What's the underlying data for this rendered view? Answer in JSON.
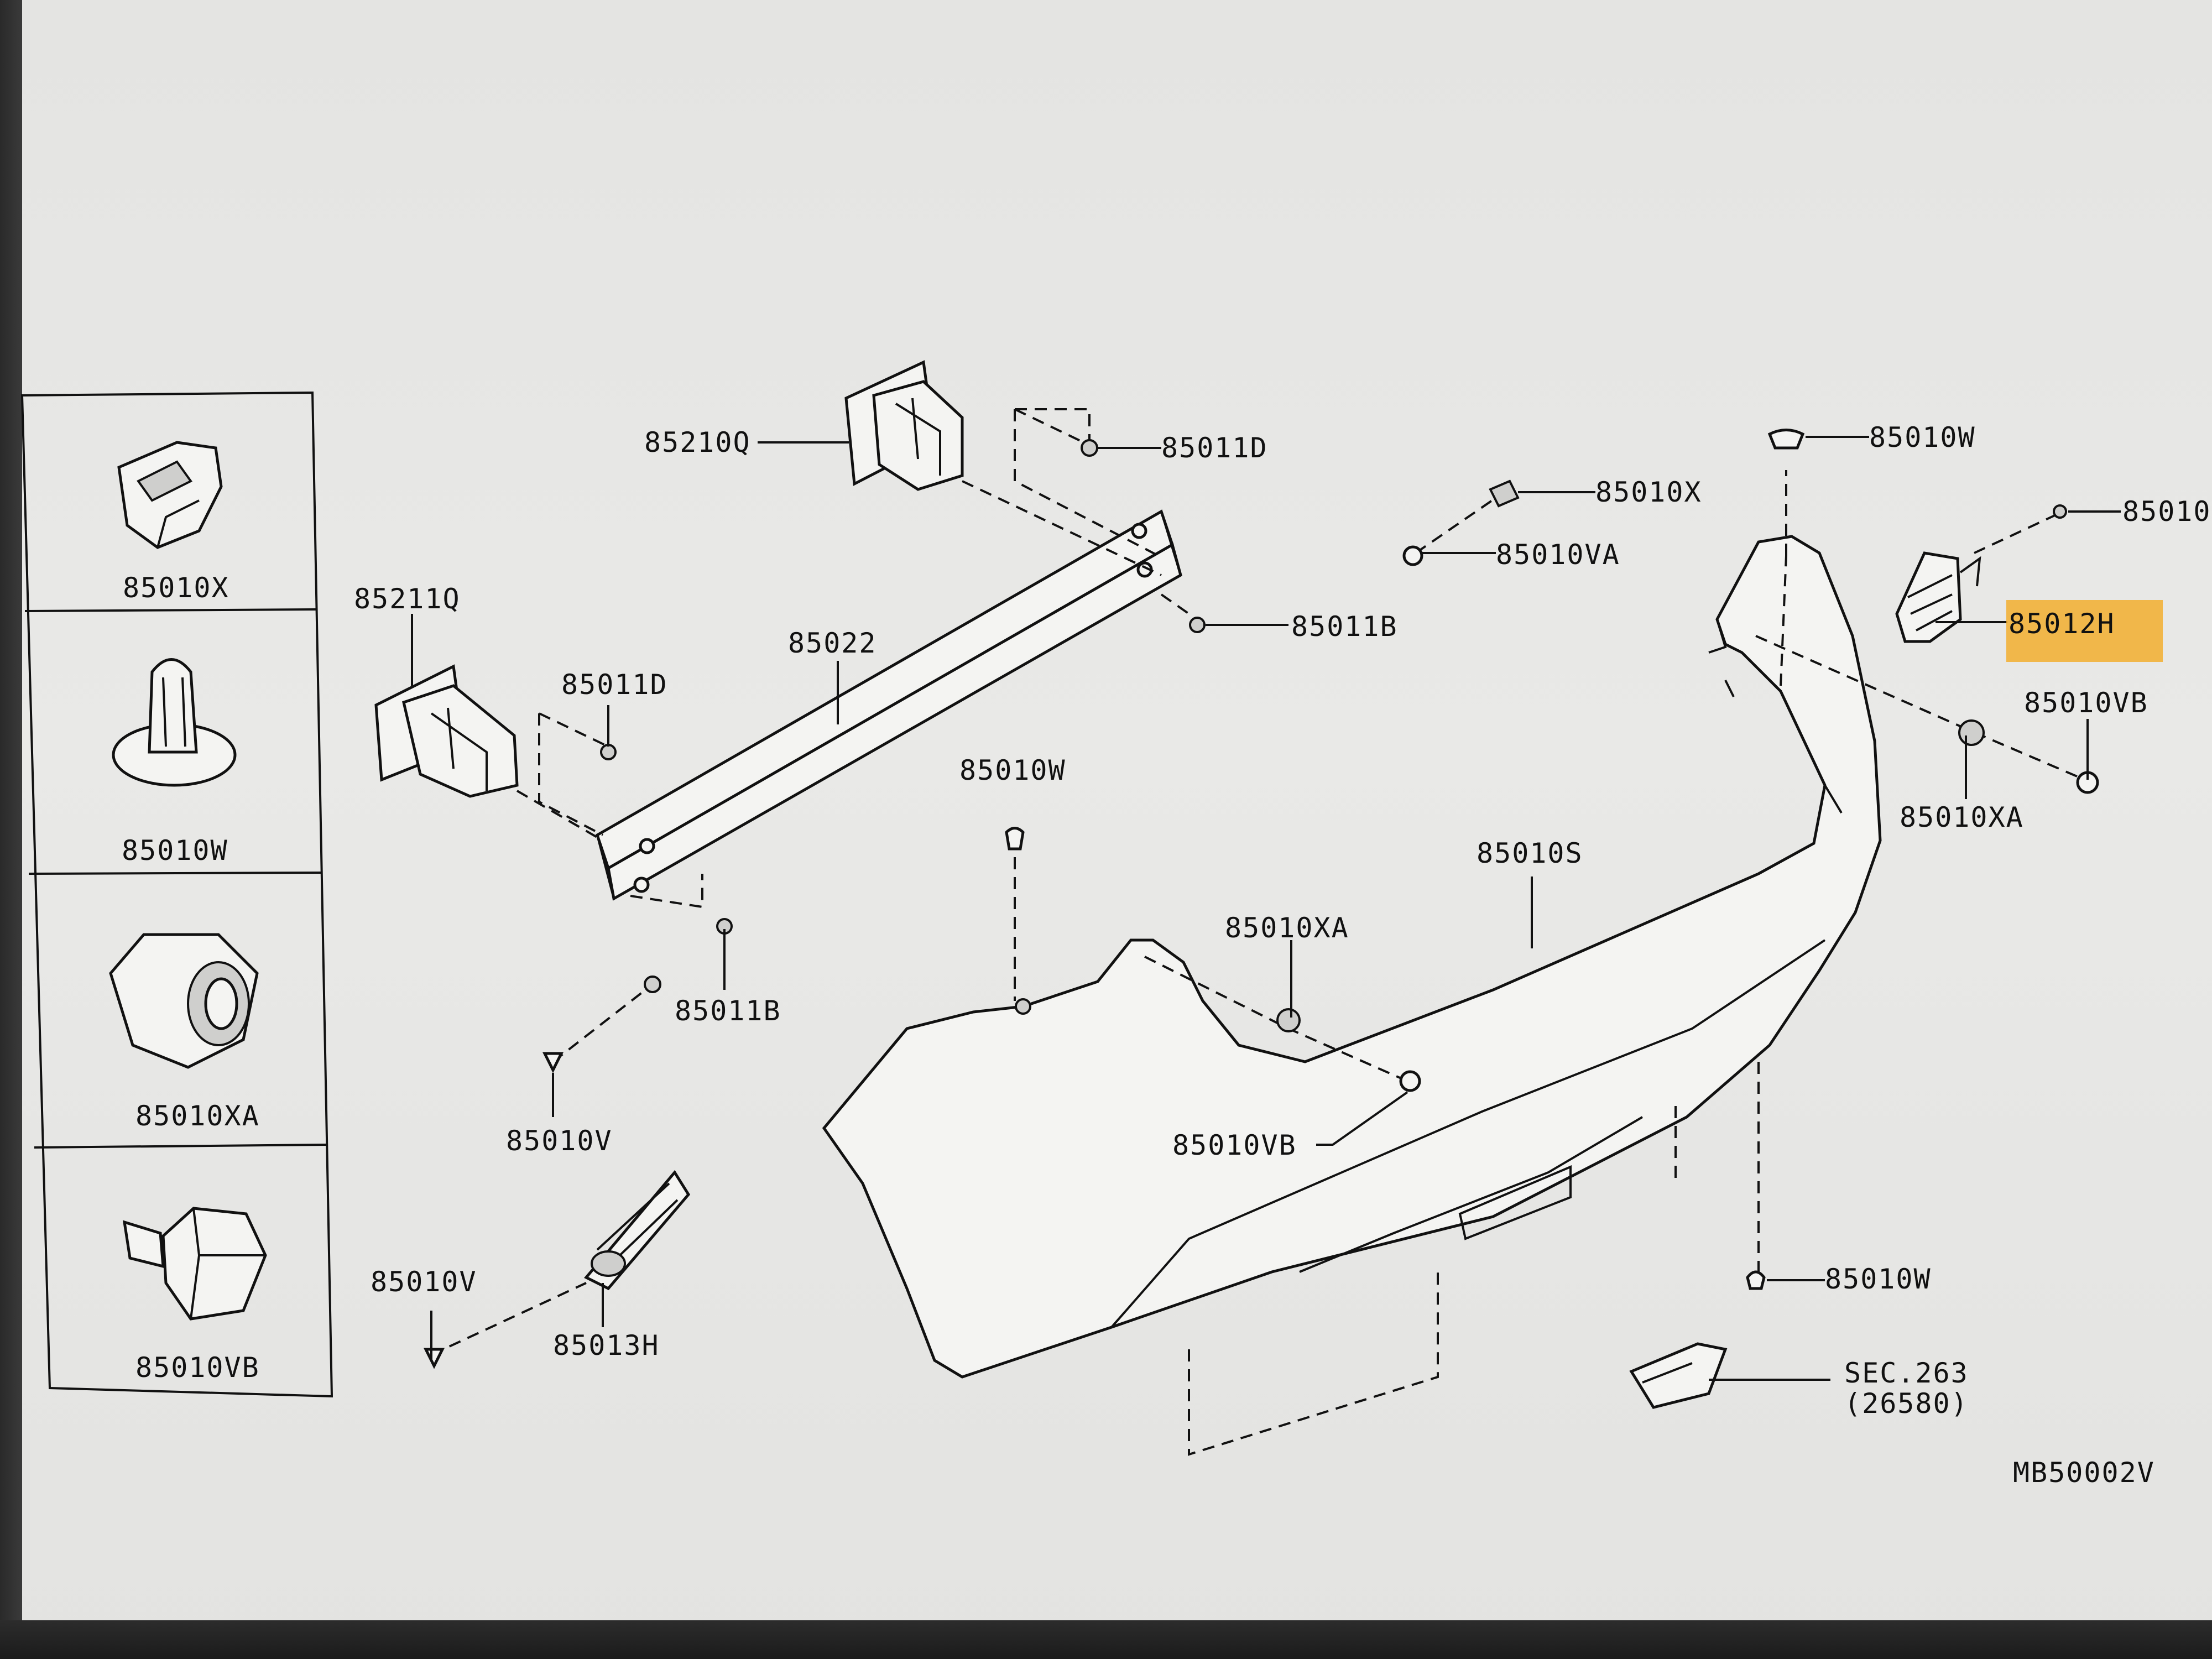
{
  "legend": [
    {
      "label": "85010X",
      "icon": "clip-icon"
    },
    {
      "label": "85010W",
      "icon": "push-rivet-icon"
    },
    {
      "label": "85010XA",
      "icon": "clip-nut-icon"
    },
    {
      "label": "85010VB",
      "icon": "hex-bolt-icon"
    }
  ],
  "callouts": {
    "c85210Q": "85210Q",
    "c85011D_top": "85011D",
    "c85010X": "85010X",
    "c85010VA": "85010VA",
    "c85010W_top": "85010W",
    "c85010_cut": "85010",
    "c85012H": "85012H",
    "c85010VB_right": "85010VB",
    "c85011B_top": "85011B",
    "c85211Q": "85211Q",
    "c85022": "85022",
    "c85011D_left": "85011D",
    "c85010W_mid": "85010W",
    "c85010S": "85010S",
    "c85010XA_mid": "85010XA",
    "c85010XA_right": "85010XA",
    "c85011B_left": "85011B",
    "c85010V_mid": "85010V",
    "c85010VB_mid": "85010VB",
    "c85010V_left": "85010V",
    "c85013H": "85013H",
    "c85010W_bottom": "85010W",
    "sec_line1": "SEC.263",
    "sec_line2": "(26580)"
  },
  "diagram_code": "MB50002V",
  "highlight_color": "#f2ae2e"
}
